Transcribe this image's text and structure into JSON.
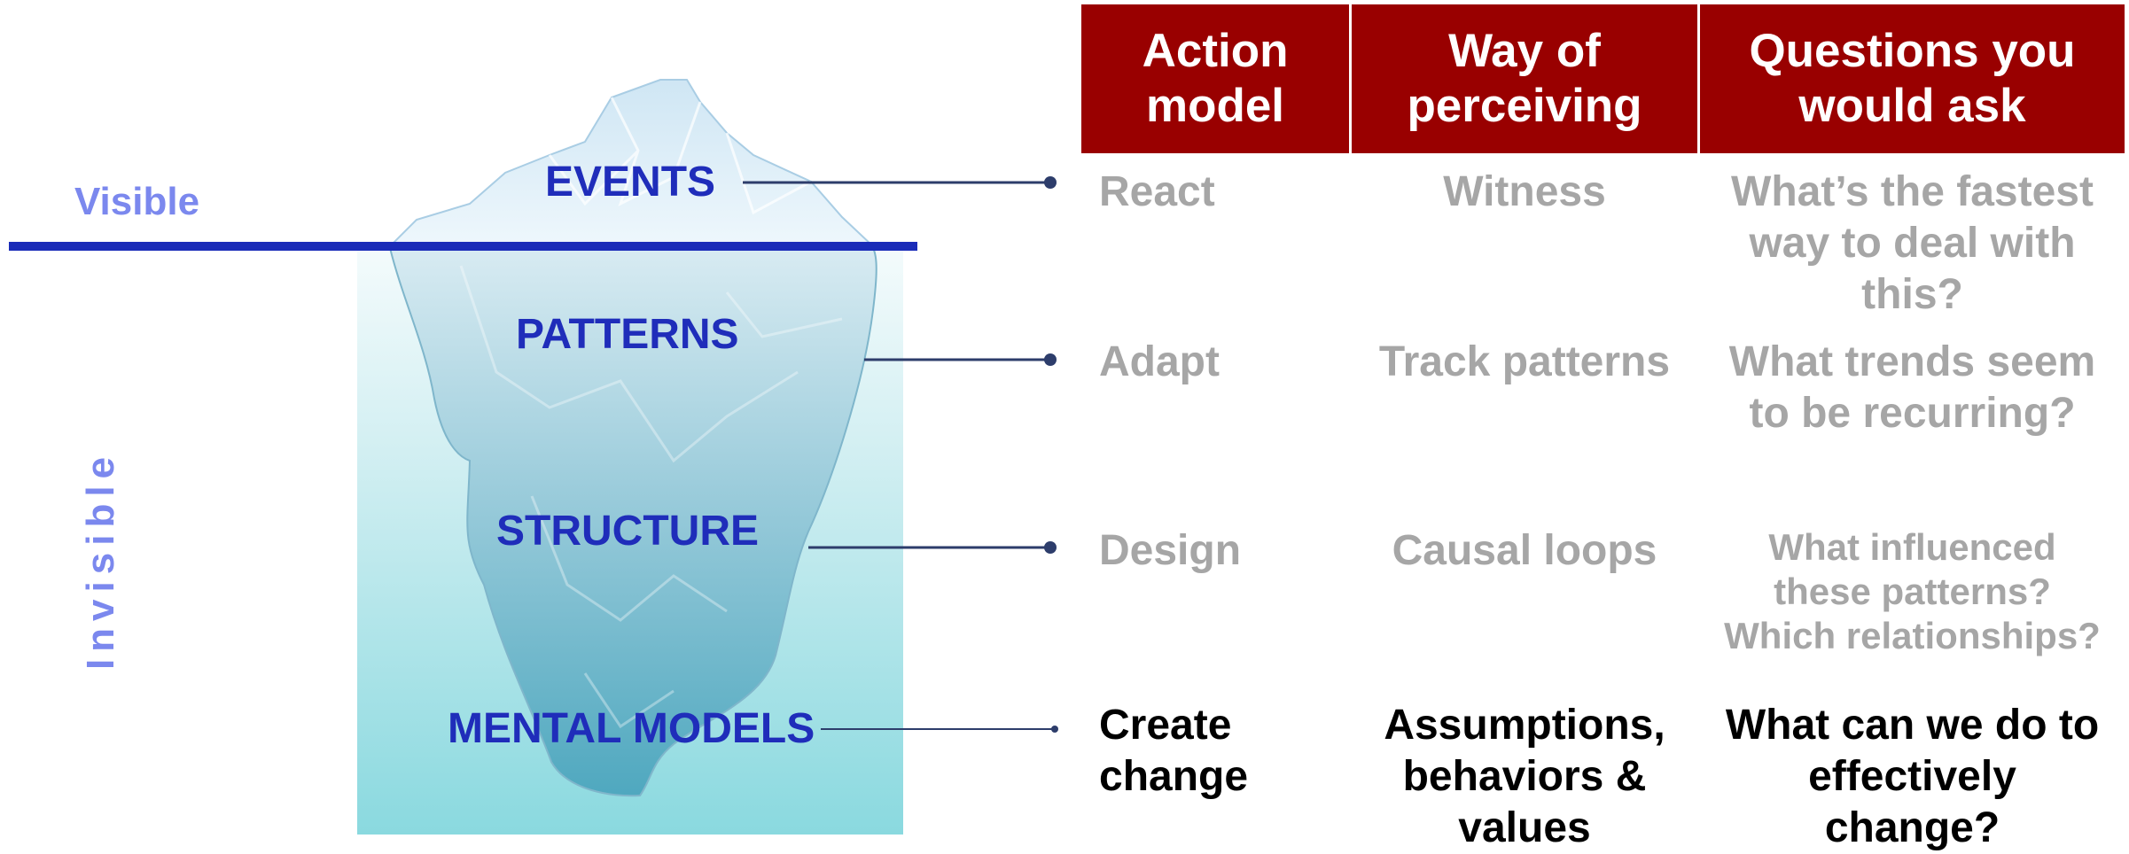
{
  "headers": [
    "Action\nmodel",
    "Way of\nperceiving",
    "Questions you\nwould ask"
  ],
  "iceberg": {
    "visible_label": "Visible",
    "invisible_label": "Invisible",
    "layers": [
      "EVENTS",
      "PATTERNS",
      "STRUCTURE",
      "MENTAL MODELS"
    ]
  },
  "rows": [
    {
      "action": "React",
      "perceiving": "Witness",
      "question": "What’s the fastest\nway to deal with\nthis?"
    },
    {
      "action": "Adapt",
      "perceiving": "Track patterns",
      "question": "What trends seem\nto be recurring?"
    },
    {
      "action": "Design",
      "perceiving": "Causal loops",
      "question": "What influenced\nthese patterns?\nWhich relationships?"
    },
    {
      "action": "Create\nchange",
      "perceiving": "Assumptions,\nbehaviors &\nvalues",
      "question": "What can we do to\neffectively\nchange?"
    }
  ],
  "colors": {
    "header_bg": "#990000",
    "layer_text": "#1f2dba",
    "waterline": "#1a2bb8",
    "side_label": "#7b88ee",
    "muted_text": "#a6a6a6",
    "active_text": "#000000"
  }
}
